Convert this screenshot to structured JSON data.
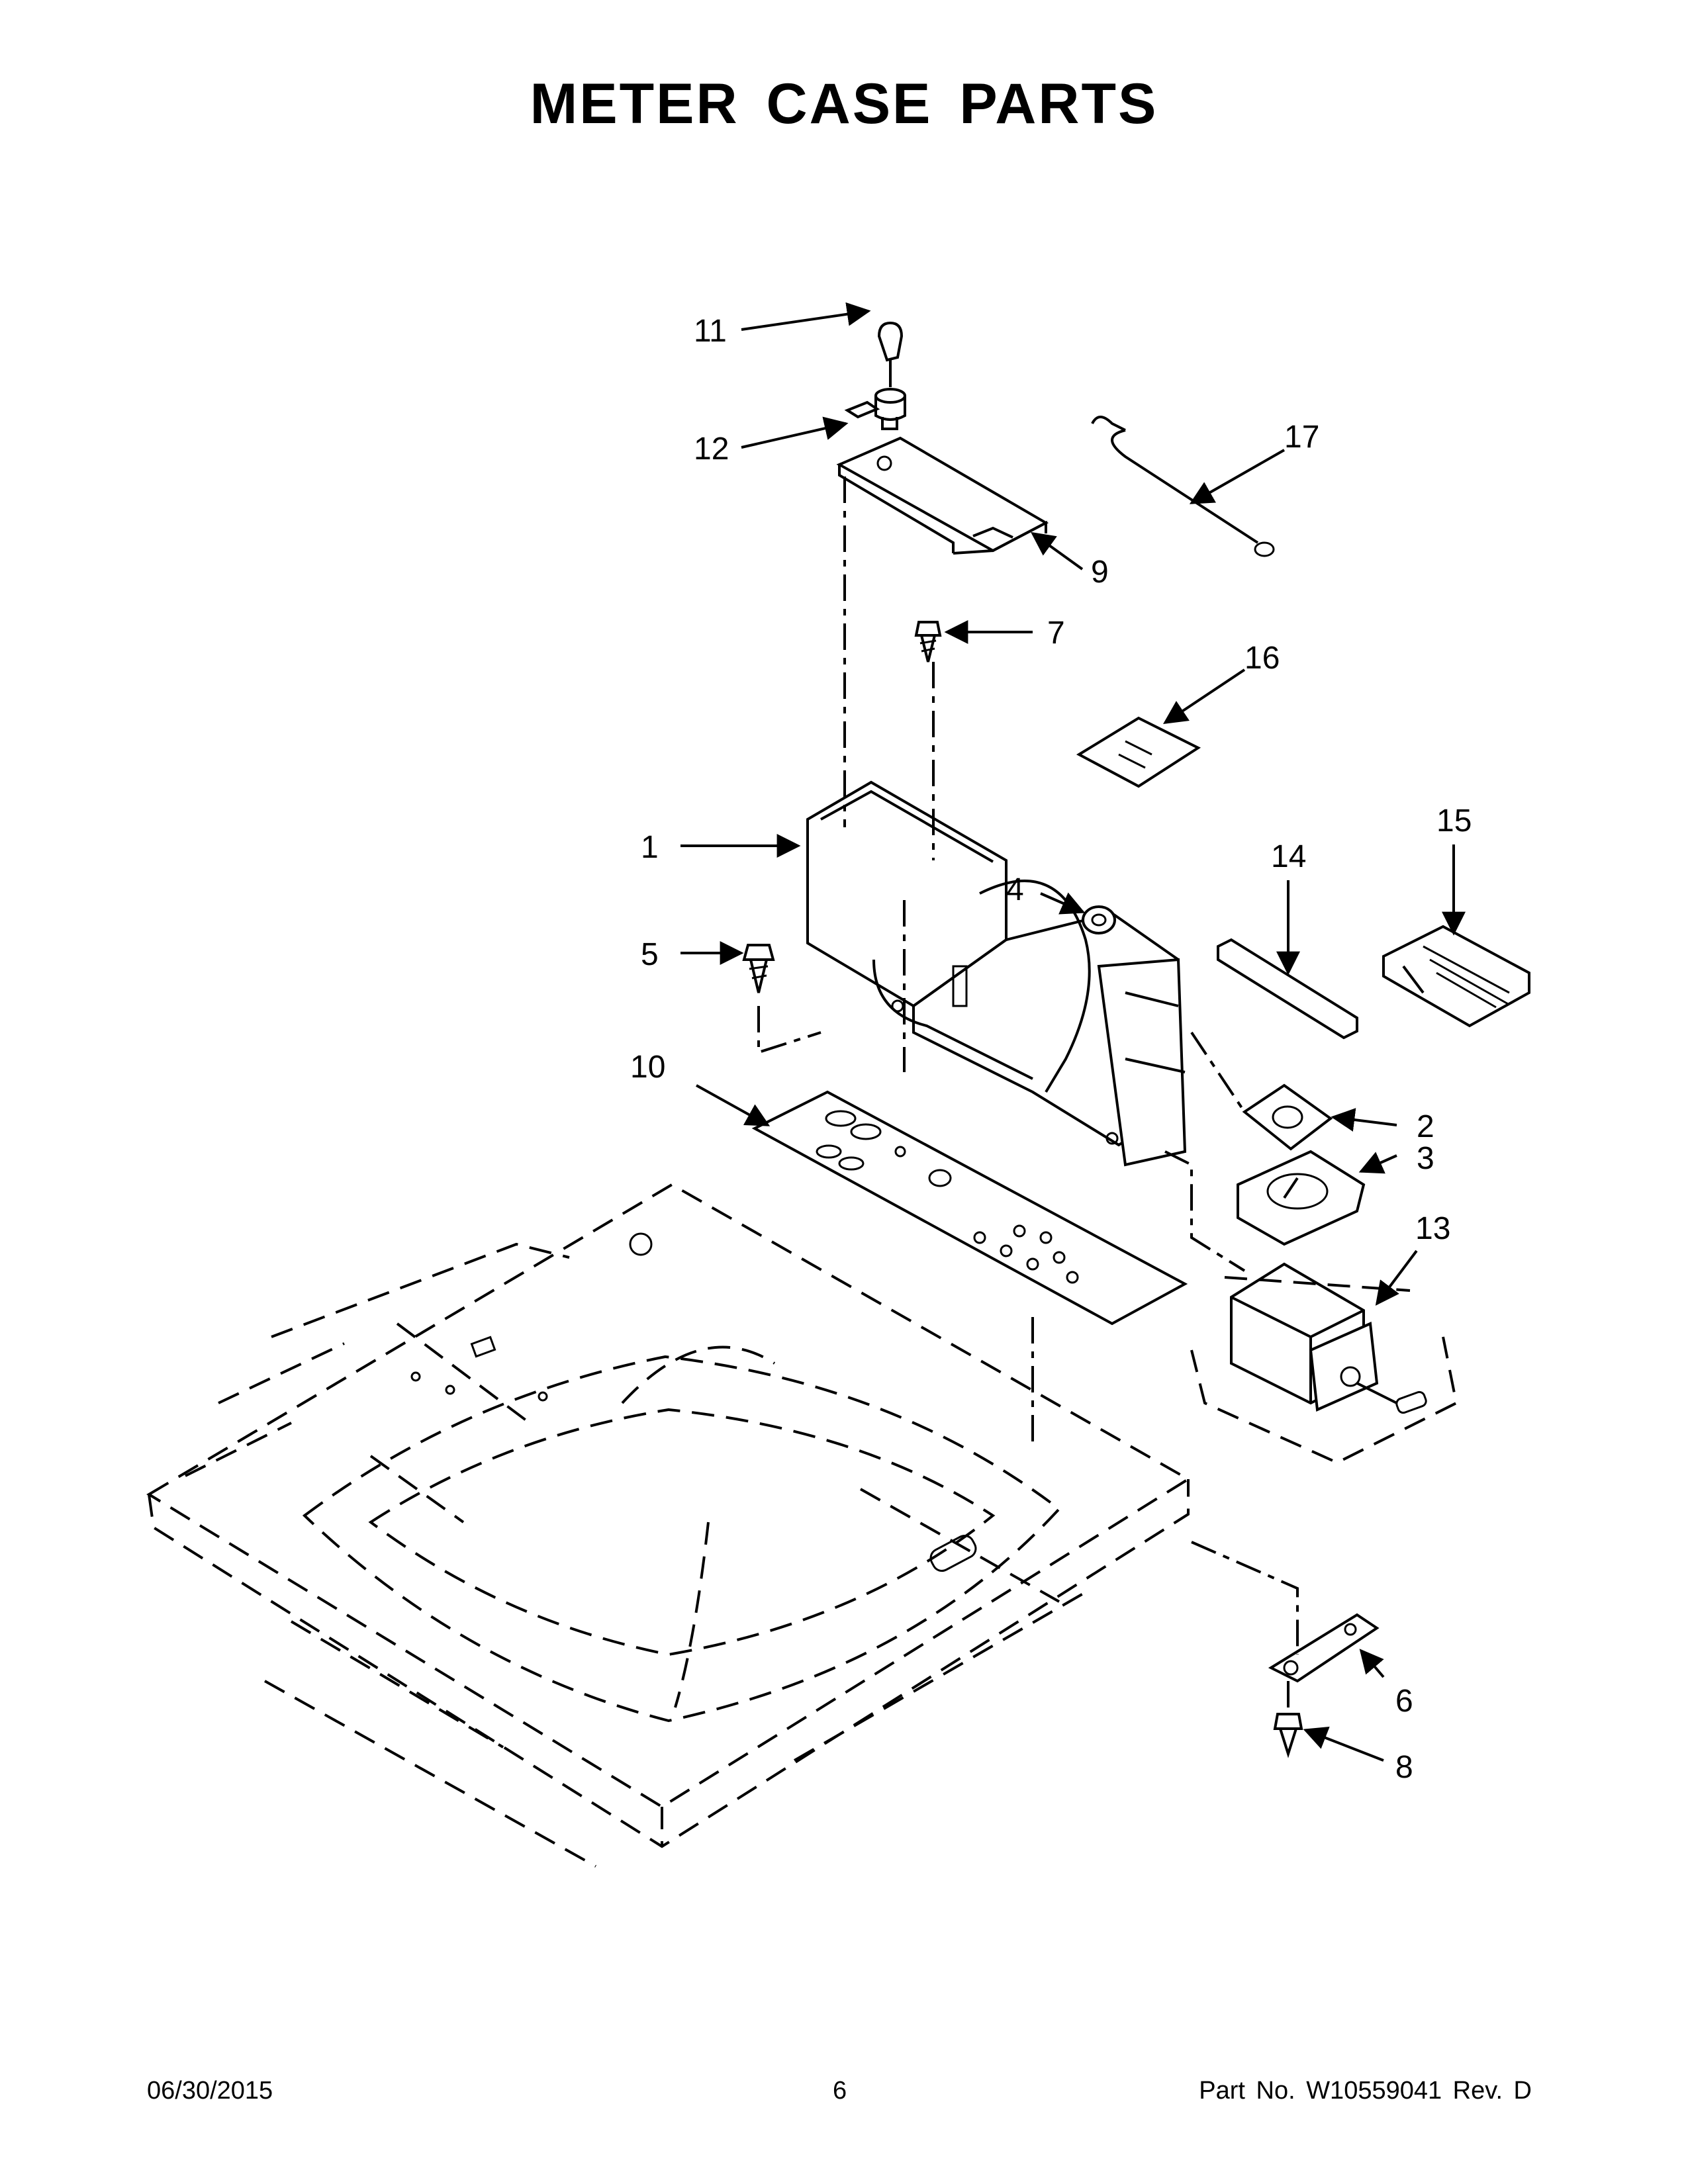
{
  "title": "METER CASE PARTS",
  "callouts": [
    "1",
    "2",
    "3",
    "4",
    "5",
    "6",
    "7",
    "8",
    "9",
    "10",
    "11",
    "12",
    "13",
    "14",
    "15",
    "16",
    "17"
  ],
  "footer": {
    "date": "06/30/2015",
    "page": "6",
    "part_no": "Part No.  W10559041  Rev.  D"
  }
}
